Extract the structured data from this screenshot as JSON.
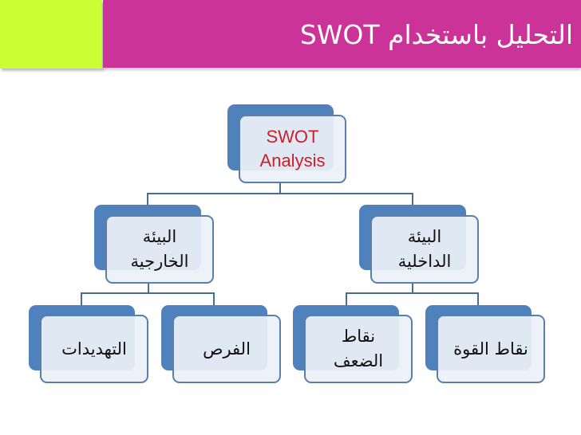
{
  "header": {
    "title": "التحليل باستخدام SWOT",
    "accent_color": "#ccff33",
    "bar_color": "#cc3399"
  },
  "diagram": {
    "root": {
      "line1": "SWOT",
      "line2": "Analysis",
      "text_color": "#cc1f2a"
    },
    "external_environment": {
      "line1": "البيئة",
      "line2": "الخارجية"
    },
    "internal_environment": {
      "line1": "البيئة",
      "line2": "الداخلية"
    },
    "threats": {
      "label": "التهديدات"
    },
    "opportunities": {
      "label": "الفرص"
    },
    "weaknesses": {
      "line1": "نقاط",
      "line2": "الضعف"
    },
    "strengths": {
      "label": "نقاط القوة"
    },
    "box_back_color": "#4f81bd",
    "box_front_color": "#ecf0f8",
    "connector_color": "#4a6d94"
  }
}
